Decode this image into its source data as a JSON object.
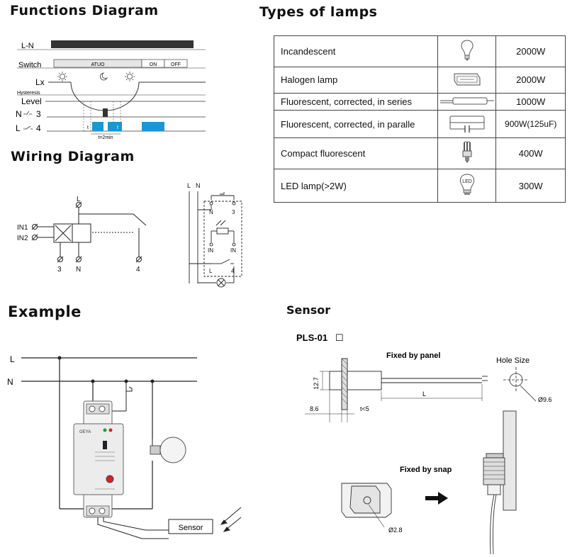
{
  "titles": {
    "functions": "Functions Diagram",
    "wiring": "Wiring Diagram",
    "example": "Example",
    "types": "Types of lamps",
    "sensor": "Sensor"
  },
  "functions_diagram": {
    "row_ln": "L-N",
    "row_switch": "Switch",
    "row_lx": "Lx",
    "row_hysteresis": "Hysteresis",
    "row_level": "Level",
    "row_n3": "N",
    "row_n3_num": "3",
    "row_l4": "L",
    "row_l4_num": "4",
    "switch_auto": "ATUO",
    "switch_on": "ON",
    "switch_off": "OFF",
    "t_left": "t",
    "t_right": "t",
    "timing": "t=2min"
  },
  "wiring_diagram": {
    "left": {
      "L": "L",
      "IN1": "IN1",
      "IN2": "IN2",
      "t3": "3",
      "tN": "N",
      "t4": "4"
    },
    "right": {
      "L": "L",
      "N": "N",
      "N_term": "N",
      "t3": "3",
      "IN_a": "IN",
      "IN_b": "IN",
      "L_term": "L",
      "t4": "4"
    }
  },
  "lamps": {
    "rows": [
      {
        "name": "Incandescent",
        "icon": "bulb-icon",
        "power": "2000W"
      },
      {
        "name": "Halogen lamp",
        "icon": "halogen-icon",
        "power": "2000W"
      },
      {
        "name": "Fluorescent, corrected, in series",
        "icon": "tube-icon",
        "power": "1000W"
      },
      {
        "name": "Fluorescent, corrected, in paralle",
        "icon": "tube-capacitor-icon",
        "power": "900W(125uF)"
      },
      {
        "name": "Compact fluorescent",
        "icon": "cfl-icon",
        "power": "400W"
      },
      {
        "name": "LED lamp(>2W)",
        "icon": "led-bulb-icon",
        "power": "300W"
      }
    ],
    "led_badge": "LED"
  },
  "example": {
    "L": "L",
    "N": "N",
    "sensor": "Sensor",
    "brand": "GEYA"
  },
  "sensor": {
    "model": "PLS-01",
    "model_box": "☐",
    "fixed_panel": "Fixed by panel",
    "hole_size": "Hole Size",
    "hole_dim": "Ø9.6",
    "dim_height": "12.7",
    "dim_left": "8.6",
    "dim_t": "t<5",
    "dim_L": "L",
    "fixed_snap": "Fixed by snap",
    "snap_dim": "Ø2.8"
  },
  "colors": {
    "active": "#1a96d4",
    "bar": "#333333",
    "bulb": "#f4f4f4"
  }
}
